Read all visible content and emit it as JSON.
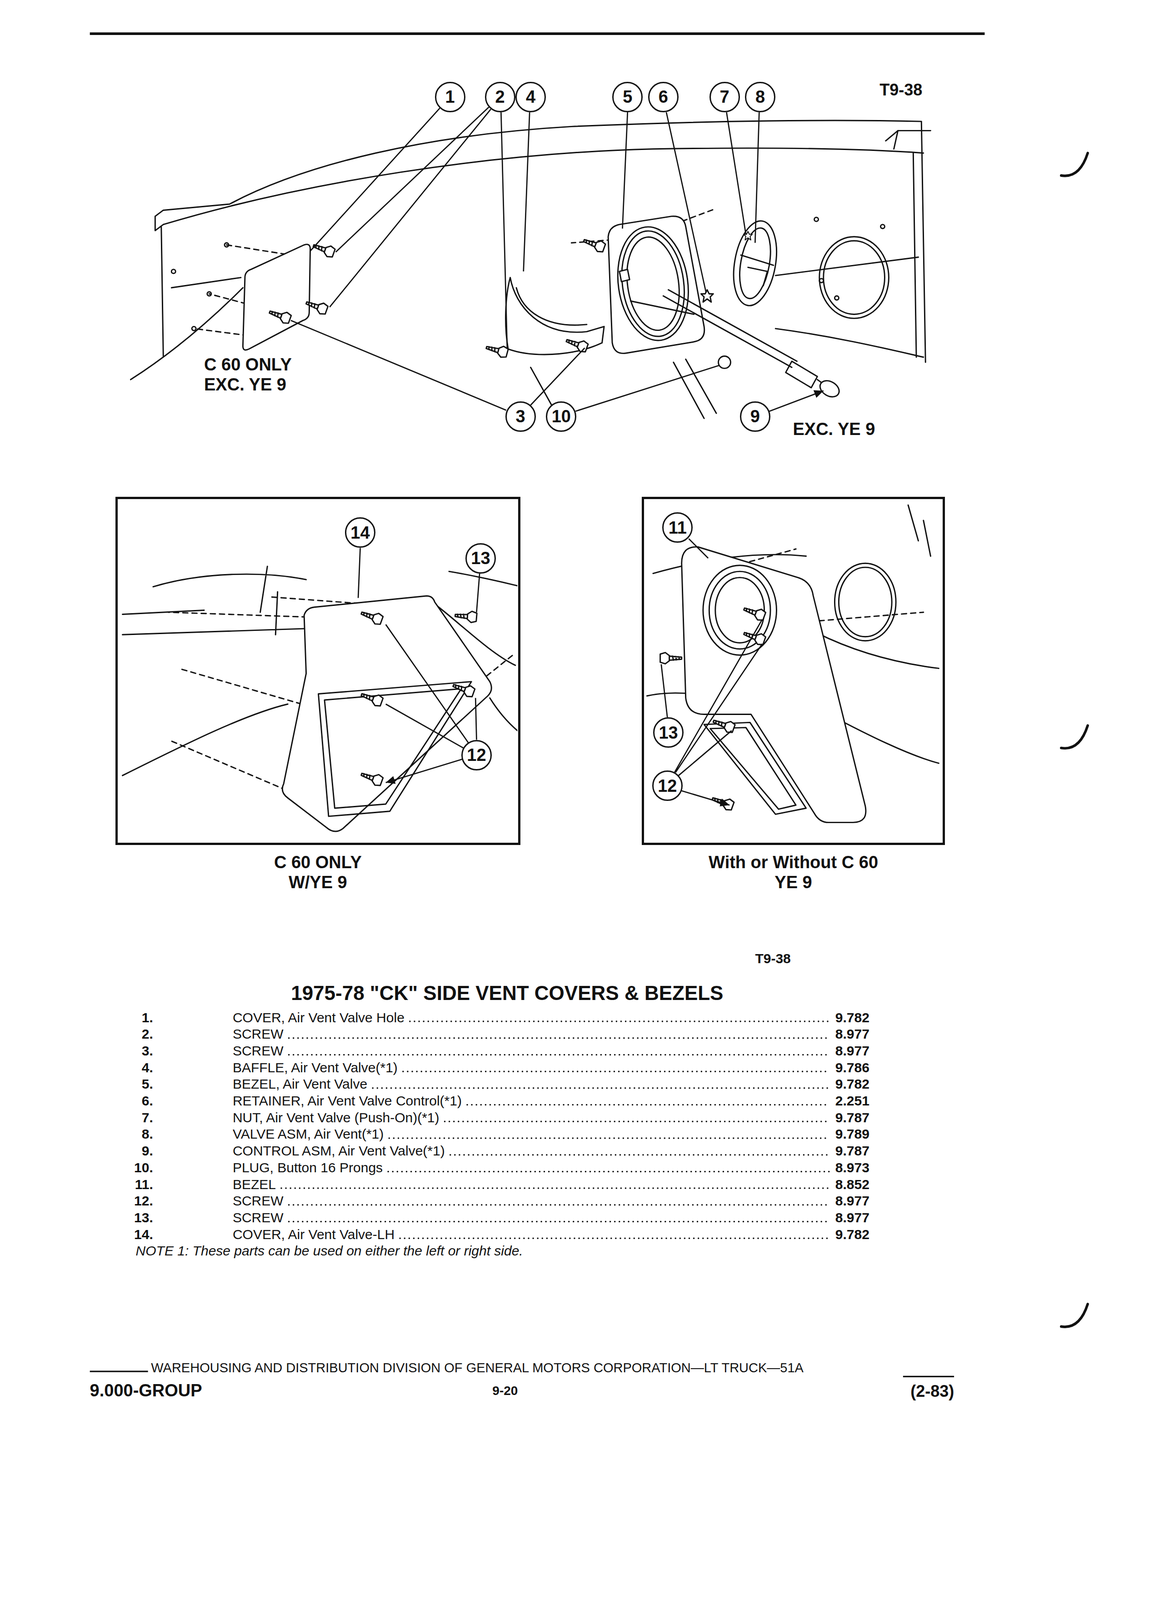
{
  "diagram": {
    "title": "1975-78 \"CK\" SIDE VENT COVERS & BEZELS",
    "nodes": [
      {
        "text": [
          "1"
        ]
      },
      {
        "text": [
          "2"
        ]
      },
      {
        "text": [
          "4"
        ]
      },
      {
        "text": [
          "5"
        ]
      },
      {
        "text": [
          "6"
        ]
      },
      {
        "text": [
          "7"
        ]
      },
      {
        "text": [
          "8"
        ]
      },
      {
        "text": [
          "3"
        ]
      },
      {
        "text": [
          "10"
        ]
      },
      {
        "text": [
          "9"
        ]
      },
      {
        "text": [
          "C 60 ONLY W/YE 9"
        ]
      },
      {
        "text": [
          "14"
        ],
        "in": 10
      },
      {
        "text": [
          "13"
        ],
        "in": 10
      },
      {
        "text": [
          "12"
        ],
        "in": 10
      },
      {
        "text": [
          "With or Without C 60 YE 9"
        ]
      },
      {
        "text": [
          "11"
        ],
        "in": 14
      },
      {
        "text": [
          "13"
        ],
        "in": 14
      },
      {
        "text": [
          "12"
        ],
        "in": 14
      }
    ],
    "labels": [
      "T9-38",
      "C 60 ONLY EXC. YE 9",
      "EXC. YE 9",
      "T9-38",
      "1.",
      "COVER, Air Vent Valve Hole",
      "9.782",
      "2.",
      "SCREW",
      "8.977",
      "3.",
      "SCREW",
      "8.977",
      "4.",
      "BAFFLE, Air Vent Valve(*1)",
      "9.786",
      "5.",
      "BEZEL, Air Vent Valve",
      "9.782",
      "6.",
      "RETAINER, Air Vent Valve Control(*1)",
      "2.251",
      "7.",
      "NUT, Air Vent Valve (Push-On)(*1)",
      "9.787",
      "8.",
      "VALVE ASM, Air Vent(*1)",
      "9.789",
      "9.",
      "CONTROL ASM, Air Vent Valve(*1)",
      "9.787",
      "10.",
      "PLUG, Button 16 Prongs",
      "8.973",
      "11.",
      "BEZEL",
      "8.852",
      "12.",
      "SCREW",
      "8.977",
      "13.",
      "SCREW",
      "8.977",
      "14.",
      "COVER, Air Vent Valve-LH",
      "9.782",
      "NOTE 1: These parts can be used on either the left or right side.",
      "WAREHOUSING AND DISTRIBUTION DIVISION OF GENERAL MOTORS CORPORATION—LT TRUCK—51A",
      "9.000-GROUP",
      "9-20",
      "(2-83)"
    ]
  }
}
